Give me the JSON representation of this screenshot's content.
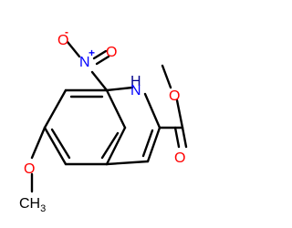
{
  "molecule": {
    "colors": {
      "bond": "#000000",
      "oxygen": "#ff0000",
      "nitrogen": "#0000ff",
      "nitrogen_h": "#00008b",
      "carbon": "#000000"
    },
    "atoms": {
      "nitro_o_top": {
        "symbol": "O",
        "charge": "-"
      },
      "nitro_n": {
        "symbol": "N",
        "charge": "+"
      },
      "nitro_o_right": {
        "symbol": "O"
      },
      "indole_nh": {
        "symbol": "H",
        "symbol2": "N"
      },
      "ester_o_double": {
        "symbol": "O"
      },
      "ester_o_single": {
        "symbol": "O"
      },
      "methoxy_o": {
        "symbol": "O"
      },
      "methoxy_c": {
        "symbol": "CH",
        "subscript": "3"
      }
    }
  }
}
